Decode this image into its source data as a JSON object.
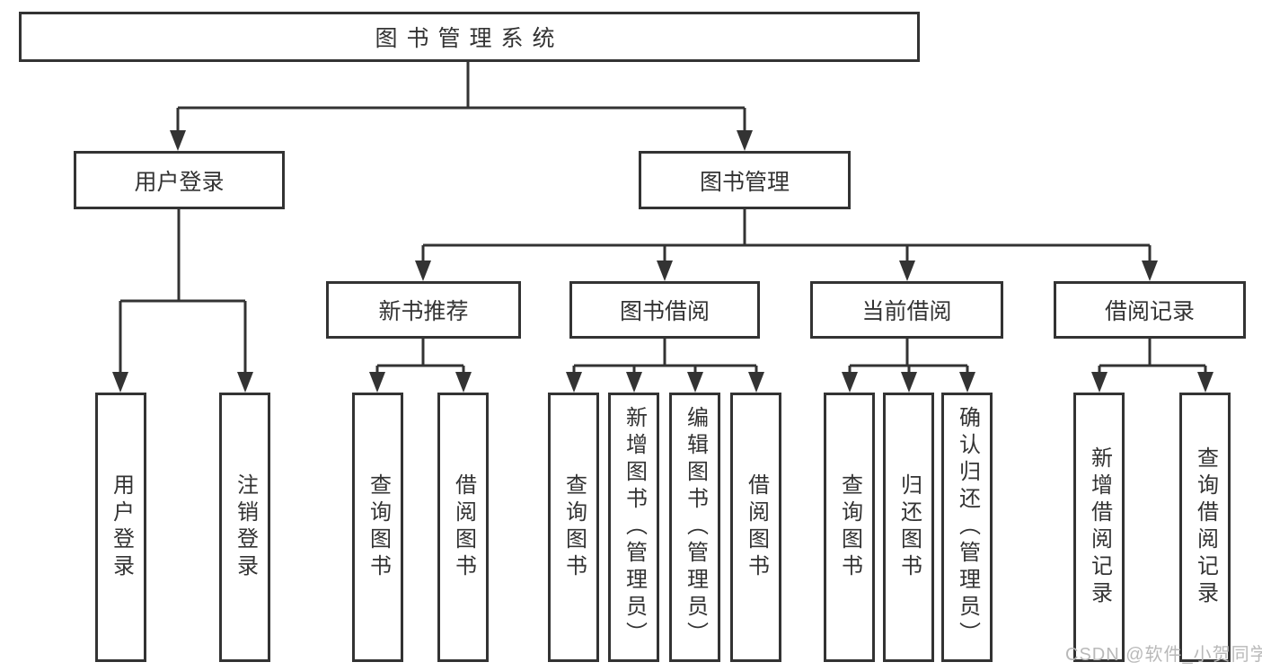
{
  "diagram_title": "图书管理系统",
  "tree": {
    "label": "图书管理系统",
    "children": [
      {
        "label": "用户登录",
        "children": [
          {
            "label": "用户登录"
          },
          {
            "label": "注销登录"
          }
        ]
      },
      {
        "label": "图书管理",
        "children": [
          {
            "label": "新书推荐",
            "children": [
              {
                "label": "查询图书"
              },
              {
                "label": "借阅图书"
              }
            ]
          },
          {
            "label": "图书借阅",
            "children": [
              {
                "label": "查询图书"
              },
              {
                "label": "新增图书（管理员）"
              },
              {
                "label": "编辑图书（管理员）"
              },
              {
                "label": "借阅图书"
              }
            ]
          },
          {
            "label": "当前借阅",
            "children": [
              {
                "label": "查询图书"
              },
              {
                "label": "归还图书"
              },
              {
                "label": "确认归还（管理员）"
              }
            ]
          },
          {
            "label": "借阅记录",
            "children": [
              {
                "label": "新增借阅记录"
              },
              {
                "label": "查询借阅记录"
              }
            ]
          }
        ]
      }
    ]
  },
  "watermark": {
    "text": "CSDN @软件_小贺同学"
  },
  "colors": {
    "line": "#333333",
    "box_border": "#333333",
    "text": "#333333",
    "watermark": "#b9b9b9",
    "background": "#ffffff"
  }
}
